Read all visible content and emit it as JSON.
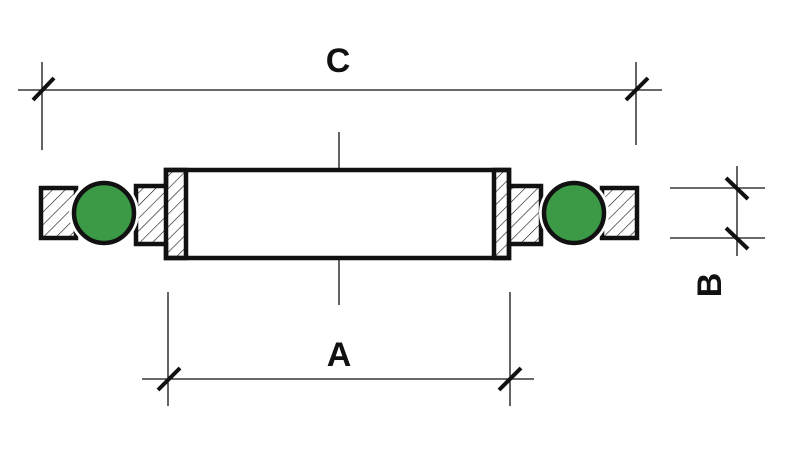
{
  "dimensions": {
    "overall_diameter_label": "C",
    "inner_diameter_label": "A",
    "height_label": "B"
  },
  "colors": {
    "line": "#111111",
    "rolling_element": "#3c9a47",
    "background": "#ffffff"
  }
}
